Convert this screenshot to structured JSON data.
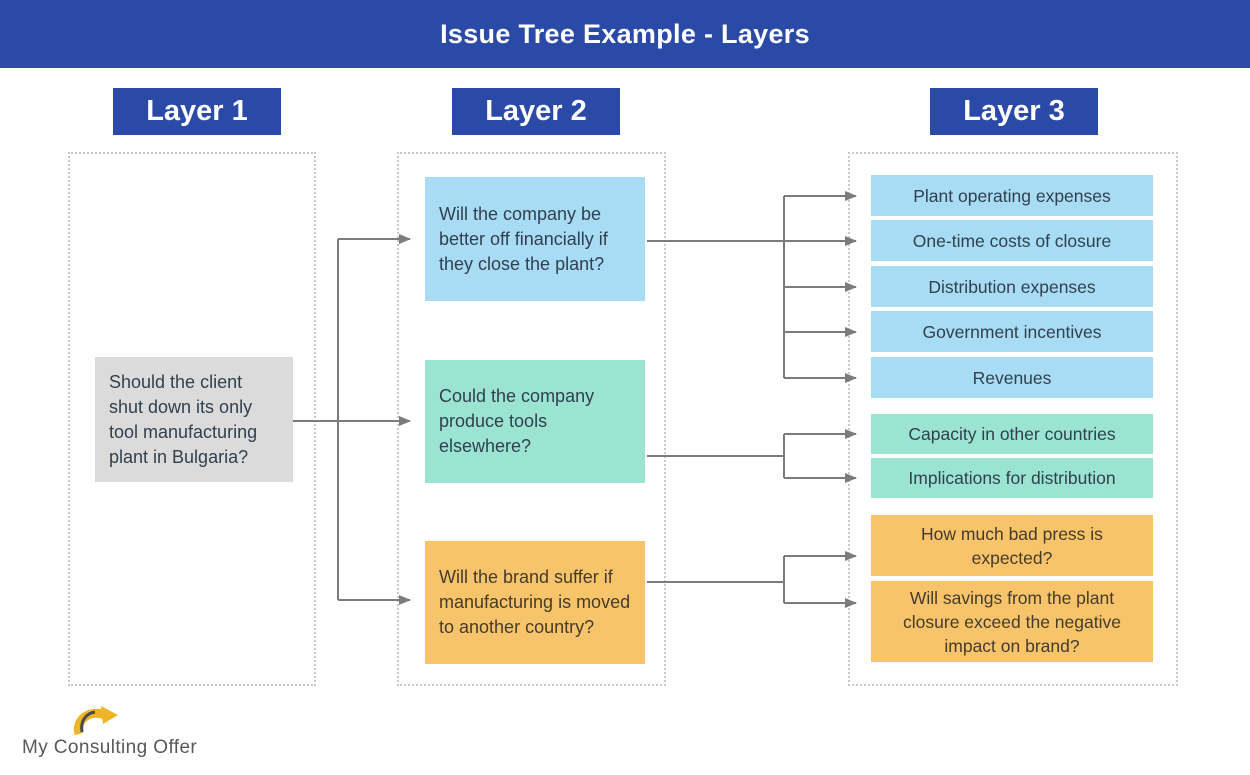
{
  "banner": {
    "title": "Issue Tree Example - Layers"
  },
  "layers": [
    {
      "label": "Layer 1"
    },
    {
      "label": "Layer 2"
    },
    {
      "label": "Layer 3"
    }
  ],
  "tree": {
    "root": "Should the client shut down its only tool manufacturing plant in Bulgaria?",
    "branches": [
      {
        "question": "Will the company be better off financially if they close the plant?",
        "children": [
          "Plant operating expenses",
          "One-time costs of closure",
          "Distribution expenses",
          "Government incentives",
          "Revenues"
        ]
      },
      {
        "question": "Could the company produce tools elsewhere?",
        "children": [
          "Capacity in other countries",
          "Implications for distribution"
        ]
      },
      {
        "question": "Will the brand suffer if manufacturing is moved to another country?",
        "children": [
          "How much bad press is expected?",
          "Will savings from the plant closure exceed the negative impact on brand?"
        ]
      }
    ]
  },
  "footer": {
    "brand": "My Consulting Offer"
  },
  "colors": {
    "banner_blue": "#2B4AA8",
    "light_blue": "#A7DCF4",
    "mint": "#9BE4D1",
    "orange": "#F8C46B",
    "gray_box": "#DBDBDB",
    "dotted_border": "#C9C9C9",
    "connector": "#7B7B7B",
    "dark_text": "#31404E",
    "orange_text": "#453B2B",
    "logo_yellow": "#F0B429",
    "logo_text": "#58595B"
  }
}
